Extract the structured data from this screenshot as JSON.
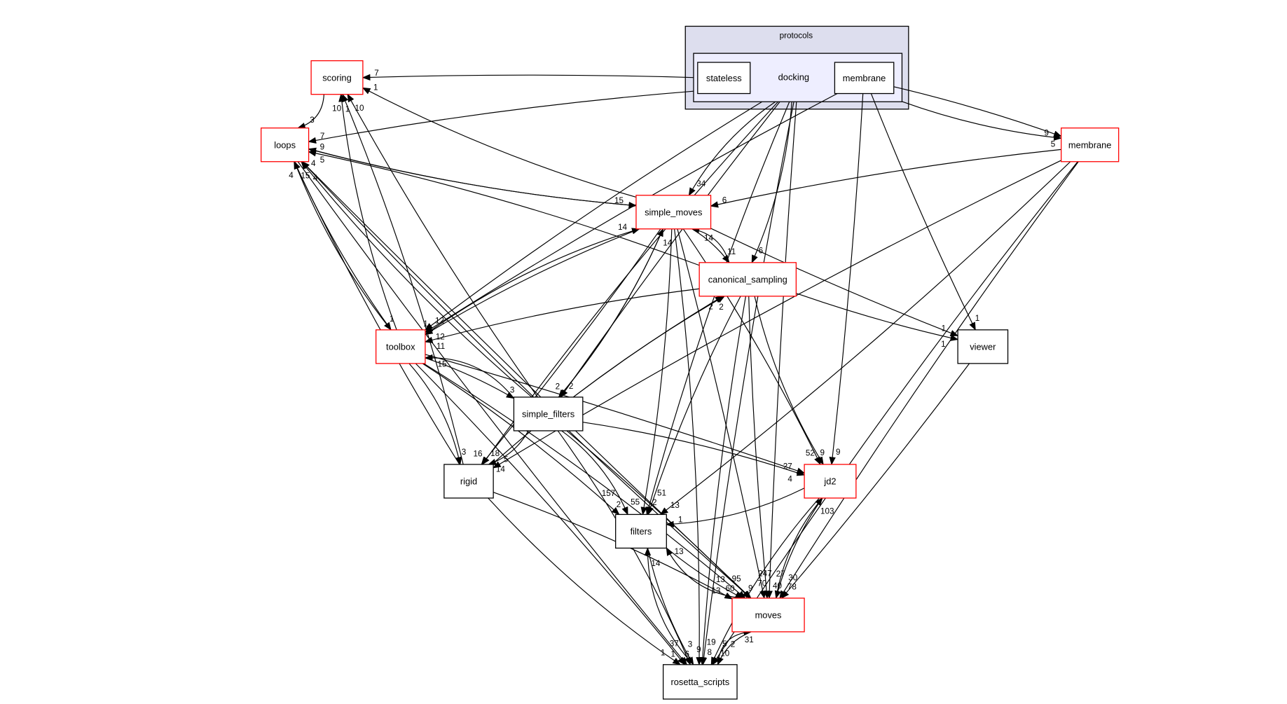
{
  "cluster": {
    "label": "protocols",
    "inner_label": "docking",
    "fill": "#dddeee",
    "inner_fill": "#eeeeff"
  },
  "colors": {
    "external_dir_border": "#ff0000",
    "leaf_dir_border": "#000000"
  },
  "nodes": [
    {
      "id": "stateless",
      "label": "stateless",
      "red": false
    },
    {
      "id": "membrane_in",
      "label": "membrane",
      "red": false
    },
    {
      "id": "scoring",
      "label": "scoring",
      "red": true
    },
    {
      "id": "loops",
      "label": "loops",
      "red": true
    },
    {
      "id": "simple_moves",
      "label": "simple_moves",
      "red": true
    },
    {
      "id": "membrane",
      "label": "membrane",
      "red": true
    },
    {
      "id": "canonical_sampling",
      "label": "canonical_sampling",
      "red": true
    },
    {
      "id": "toolbox",
      "label": "toolbox",
      "red": true
    },
    {
      "id": "viewer",
      "label": "viewer",
      "red": false
    },
    {
      "id": "simple_filters",
      "label": "simple_filters",
      "red": false
    },
    {
      "id": "rigid",
      "label": "rigid",
      "red": false
    },
    {
      "id": "jd2",
      "label": "jd2",
      "red": true
    },
    {
      "id": "filters",
      "label": "filters",
      "red": false
    },
    {
      "id": "moves",
      "label": "moves",
      "red": true
    },
    {
      "id": "rosetta_scripts",
      "label": "rosetta_scripts",
      "red": false
    }
  ],
  "edges": [
    {
      "from": "docking",
      "to": "scoring",
      "label": "7"
    },
    {
      "from": "docking",
      "to": "loops",
      "label": "7"
    },
    {
      "from": "docking",
      "to": "simple_moves",
      "label": "34"
    },
    {
      "from": "docking",
      "to": "canonical_sampling",
      "label": "6"
    },
    {
      "from": "docking",
      "to": "toolbox",
      "label": "12"
    },
    {
      "from": "docking",
      "to": "rigid",
      "label": "18"
    },
    {
      "from": "docking",
      "to": "simple_filters",
      "label": "2"
    },
    {
      "from": "docking",
      "to": "membrane",
      "label": "9"
    },
    {
      "from": "docking",
      "to": "filters",
      "label": "2"
    },
    {
      "from": "docking",
      "to": "moves",
      "label": "40"
    },
    {
      "from": "docking",
      "to": "rosetta_scripts",
      "label": "8"
    },
    {
      "from": "membrane_in",
      "to": "membrane",
      "label": "5"
    },
    {
      "from": "membrane_in",
      "to": "viewer",
      "label": "1"
    },
    {
      "from": "membrane_in",
      "to": "toolbox",
      "label": "1"
    },
    {
      "from": "membrane_in",
      "to": "jd2",
      "label": "9"
    },
    {
      "from": "scoring",
      "to": "loops",
      "label": "3"
    },
    {
      "from": "loops",
      "to": "toolbox",
      "label": "1"
    },
    {
      "from": "loops",
      "to": "simple_moves",
      "label": "15"
    },
    {
      "from": "loops",
      "to": "moves",
      "label": "9"
    },
    {
      "from": "loops",
      "to": "rosetta_scripts",
      "label": "6"
    },
    {
      "from": "simple_moves",
      "to": "loops",
      "label": "9"
    },
    {
      "from": "simple_moves",
      "to": "scoring",
      "label": "1"
    },
    {
      "from": "simple_moves",
      "to": "toolbox",
      "label": "12"
    },
    {
      "from": "simple_moves",
      "to": "rigid",
      "label": "16"
    },
    {
      "from": "simple_moves",
      "to": "simple_filters",
      "label": "2"
    },
    {
      "from": "simple_moves",
      "to": "filters",
      "label": "55"
    },
    {
      "from": "simple_moves",
      "to": "canonical_sampling",
      "label": "11"
    },
    {
      "from": "simple_moves",
      "to": "viewer",
      "label": "1"
    },
    {
      "from": "simple_moves",
      "to": "jd2",
      "label": "9"
    },
    {
      "from": "simple_moves",
      "to": "moves",
      "label": "70"
    },
    {
      "from": "simple_moves",
      "to": "rosetta_scripts",
      "label": "9"
    },
    {
      "from": "membrane",
      "to": "simple_moves",
      "label": "6"
    },
    {
      "from": "membrane",
      "to": "rigid",
      "label": "5"
    },
    {
      "from": "membrane",
      "to": "filters",
      "label": "13"
    },
    {
      "from": "membrane",
      "to": "moves",
      "label": "78"
    },
    {
      "from": "membrane",
      "to": "rosetta_scripts",
      "label": "10"
    },
    {
      "from": "canonical_sampling",
      "to": "simple_moves",
      "label": "14"
    },
    {
      "from": "canonical_sampling",
      "to": "toolbox",
      "label": "11"
    },
    {
      "from": "canonical_sampling",
      "to": "loops",
      "label": "5"
    },
    {
      "from": "canonical_sampling",
      "to": "viewer",
      "label": "1"
    },
    {
      "from": "canonical_sampling",
      "to": "filters",
      "label": "51"
    },
    {
      "from": "canonical_sampling",
      "to": "jd2",
      "label": "52"
    },
    {
      "from": "canonical_sampling",
      "to": "moves",
      "label": "247"
    },
    {
      "from": "canonical_sampling",
      "to": "rosetta_scripts",
      "label": "19"
    },
    {
      "from": "toolbox",
      "to": "loops",
      "label": "15"
    },
    {
      "from": "toolbox",
      "to": "scoring",
      "label": "1"
    },
    {
      "from": "toolbox",
      "to": "simple_moves",
      "label": "14"
    },
    {
      "from": "toolbox",
      "to": "simple_filters",
      "label": "3"
    },
    {
      "from": "toolbox",
      "to": "rigid",
      "label": "3"
    },
    {
      "from": "toolbox",
      "to": "filters",
      "label": "2"
    },
    {
      "from": "toolbox",
      "to": "jd2",
      "label": "27"
    },
    {
      "from": "toolbox",
      "to": "moves",
      "label": "60"
    },
    {
      "from": "toolbox",
      "to": "rosetta_scripts",
      "label": "1"
    },
    {
      "from": "viewer",
      "to": "moves",
      "label": "30"
    },
    {
      "from": "simple_filters",
      "to": "loops",
      "label": "4"
    },
    {
      "from": "simple_filters",
      "to": "scoring",
      "label": "10"
    },
    {
      "from": "simple_filters",
      "to": "toolbox",
      "label": "15"
    },
    {
      "from": "simple_filters",
      "to": "simple_moves",
      "label": "14"
    },
    {
      "from": "simple_filters",
      "to": "rigid",
      "label": "14"
    },
    {
      "from": "simple_filters",
      "to": "canonical_sampling",
      "label": "2"
    },
    {
      "from": "simple_filters",
      "to": "filters",
      "label": "157"
    },
    {
      "from": "simple_filters",
      "to": "jd2",
      "label": "4"
    },
    {
      "from": "simple_filters",
      "to": "moves",
      "label": "95"
    },
    {
      "from": "simple_filters",
      "to": "rosetta_scripts",
      "label": "37"
    },
    {
      "from": "rigid",
      "to": "loops",
      "label": "4"
    },
    {
      "from": "rigid",
      "to": "scoring",
      "label": "10"
    },
    {
      "from": "rigid",
      "to": "canonical_sampling",
      "label": "2"
    },
    {
      "from": "rigid",
      "to": "moves",
      "label": "13"
    },
    {
      "from": "rigid",
      "to": "rosetta_scripts",
      "label": "1"
    },
    {
      "from": "jd2",
      "to": "filters",
      "label": "1"
    },
    {
      "from": "jd2",
      "to": "moves",
      "label": "27"
    },
    {
      "from": "jd2",
      "to": "rosetta_scripts",
      "label": "5"
    },
    {
      "from": "filters",
      "to": "moves",
      "label": "13"
    },
    {
      "from": "filters",
      "to": "rosetta_scripts",
      "label": "3"
    },
    {
      "from": "moves",
      "to": "jd2",
      "label": "103"
    },
    {
      "from": "moves",
      "to": "filters",
      "label": "13"
    },
    {
      "from": "moves",
      "to": "rosetta_scripts",
      "label": "2"
    },
    {
      "from": "moves",
      "to": "loops",
      "label": "4"
    },
    {
      "from": "rosetta_scripts",
      "to": "filters",
      "label": "14"
    },
    {
      "from": "rosetta_scripts",
      "to": "moves",
      "label": "31"
    }
  ]
}
